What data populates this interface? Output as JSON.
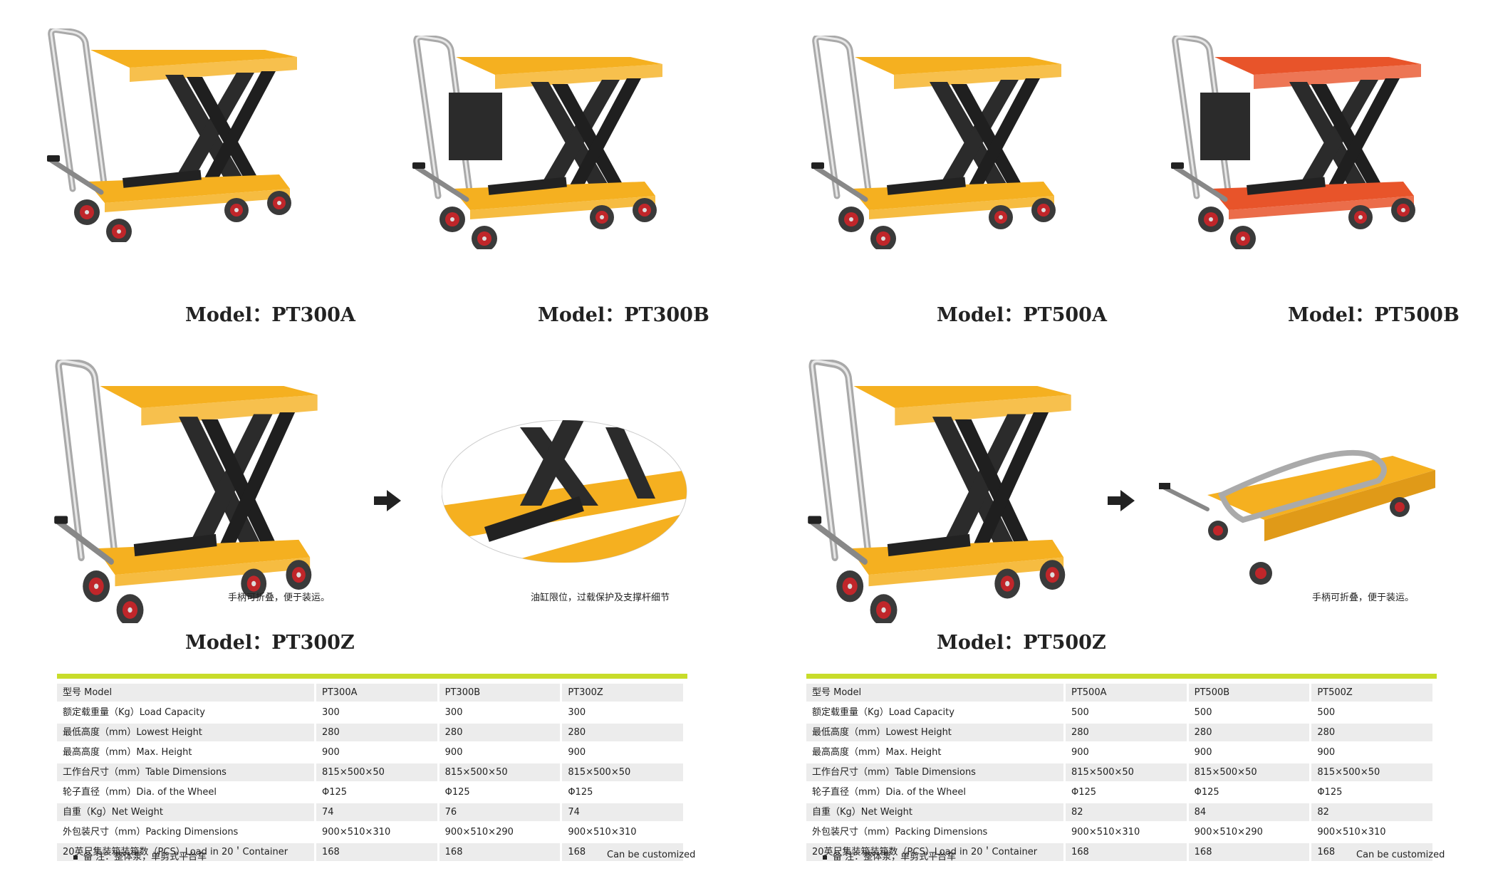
{
  "colors": {
    "yellow": "#f5a623",
    "deck": "#f2b020",
    "orange": "#e8542a",
    "scissor": "#2b2b2b",
    "chrome": "#b9b9b9",
    "wheel": "#c0262a",
    "green": "#c8dc2a"
  },
  "products": {
    "pt300a": {
      "model": "Model：PT300A"
    },
    "pt300b": {
      "model": "Model：PT300B"
    },
    "pt500a": {
      "model": "Model：PT500A"
    },
    "pt500b": {
      "model": "Model：PT500B"
    },
    "pt300z": {
      "model": "Model：PT300Z",
      "caption": "手柄可折叠，便于装运。"
    },
    "pt500z": {
      "model": "Model：PT500Z",
      "caption": "手柄可折叠，便于装运。"
    },
    "detail": {
      "caption": "油缸限位，过载保护及支撑杆细节"
    }
  },
  "left_table": {
    "headers": [
      "型号 Model",
      "PT300A",
      "PT300B",
      "PT300Z"
    ],
    "rows": [
      [
        "额定载重量（Kg）Load Capacity",
        "300",
        "300",
        "300"
      ],
      [
        "最低高度（mm）Lowest Height",
        "280",
        "280",
        "280"
      ],
      [
        "最高高度（mm）Max. Height",
        "900",
        "900",
        "900"
      ],
      [
        "工作台尺寸（mm）Table Dimensions",
        "815×500×50",
        "815×500×50",
        "815×500×50"
      ],
      [
        "轮子直径（mm）Dia. of the Wheel",
        "Φ125",
        "Φ125",
        "Φ125"
      ],
      [
        "自重（Kg）Net Weight",
        "74",
        "76",
        "74"
      ],
      [
        "外包装尺寸（mm）Packing Dimensions",
        "900×510×310",
        "900×510×290",
        "900×510×310"
      ],
      [
        "20英尺集装箱装箱数（PCS）Load in 20＇Container",
        "168",
        "168",
        "168"
      ]
    ],
    "note": "备  注：整体泵，单剪式平台车",
    "custom": "Can be customized"
  },
  "right_table": {
    "headers": [
      "型号 Model",
      "PT500A",
      "PT500B",
      "PT500Z"
    ],
    "rows": [
      [
        "额定载重量（Kg）Load Capacity",
        "500",
        "500",
        "500"
      ],
      [
        "最低高度（mm）Lowest Height",
        "280",
        "280",
        "280"
      ],
      [
        "最高高度（mm）Max. Height",
        "900",
        "900",
        "900"
      ],
      [
        "工作台尺寸（mm）Table Dimensions",
        "815×500×50",
        "815×500×50",
        "815×500×50"
      ],
      [
        "轮子直径（mm）Dia. of the Wheel",
        "Φ125",
        "Φ125",
        "Φ125"
      ],
      [
        "自重（Kg）Net Weight",
        "82",
        "84",
        "82"
      ],
      [
        "外包装尺寸（mm）Packing Dimensions",
        "900×510×310",
        "900×510×290",
        "900×510×310"
      ],
      [
        "20英尺集装箱装箱数（PCS）Load in 20＇Container",
        "168",
        "168",
        "168"
      ]
    ],
    "note": "备  注：整体泵，单剪式平台车",
    "custom": "Can be customized"
  }
}
